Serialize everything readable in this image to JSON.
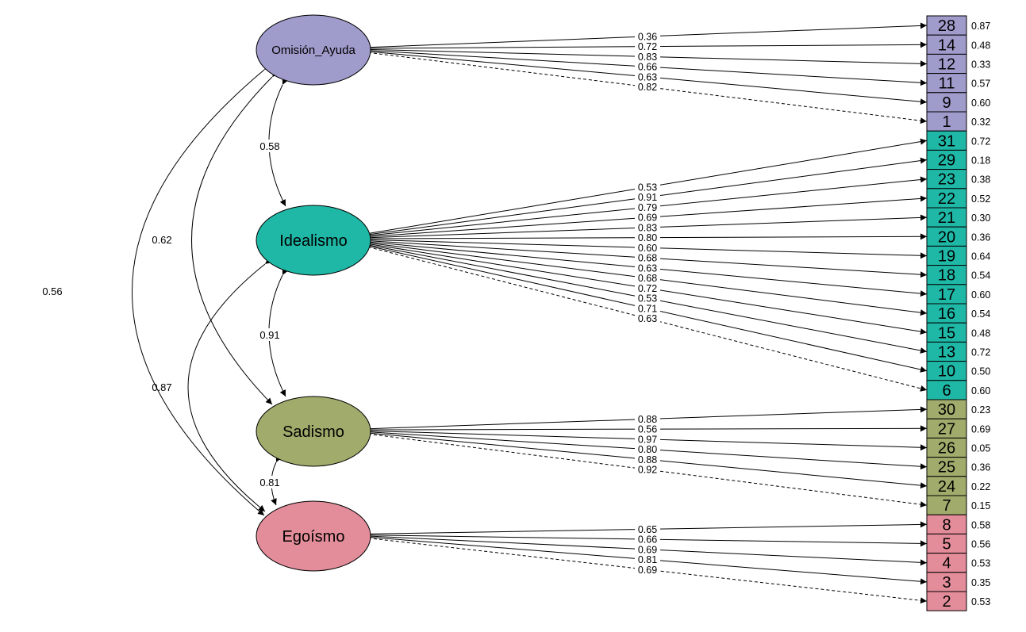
{
  "latents": [
    {
      "id": "oa",
      "name": "Omisión_Ayuda",
      "fill": "#9f9bcb",
      "indicators": [
        "28",
        "14",
        "12",
        "11",
        "9",
        "1"
      ],
      "loadings": [
        "0.36",
        "0.72",
        "0.83",
        "0.66",
        "0.63",
        "0.82"
      ],
      "residuals": [
        "0.87",
        "0.48",
        "0.33",
        "0.57",
        "0.60",
        "0.32"
      ]
    },
    {
      "id": "id",
      "name": "Idealismo",
      "fill": "#1fb8a6",
      "indicators": [
        "31",
        "29",
        "23",
        "22",
        "21",
        "20",
        "19",
        "18",
        "17",
        "16",
        "15",
        "13",
        "10",
        "6"
      ],
      "loadings": [
        "0.53",
        "0.91",
        "0.79",
        "0.69",
        "0.83",
        "0.80",
        "0.60",
        "0.68",
        "0.63",
        "0.68",
        "0.72",
        "0.53",
        "0.71",
        "0.63"
      ],
      "residuals": [
        "0.72",
        "0.18",
        "0.38",
        "0.52",
        "0.30",
        "0.36",
        "0.64",
        "0.54",
        "0.60",
        "0.54",
        "0.48",
        "0.72",
        "0.50",
        "0.60"
      ]
    },
    {
      "id": "sa",
      "name": "Sadismo",
      "fill": "#a1ab6b",
      "indicators": [
        "30",
        "27",
        "26",
        "25",
        "24",
        "7"
      ],
      "loadings": [
        "0.88",
        "0.56",
        "0.97",
        "0.80",
        "0.88",
        "0.92"
      ],
      "residuals": [
        "0.23",
        "0.69",
        "0.05",
        "0.36",
        "0.22",
        "0.15"
      ]
    },
    {
      "id": "eg",
      "name": "Egoísmo",
      "fill": "#e38d9a",
      "indicators": [
        "8",
        "5",
        "4",
        "3",
        "2"
      ],
      "loadings": [
        "0.65",
        "0.66",
        "0.69",
        "0.81",
        "0.69"
      ],
      "residuals": [
        "0.58",
        "0.56",
        "0.53",
        "0.35",
        "0.53"
      ]
    }
  ],
  "correlations": [
    {
      "from": "oa",
      "to": "id",
      "value": "0.58"
    },
    {
      "from": "id",
      "to": "sa",
      "value": "0.91"
    },
    {
      "from": "sa",
      "to": "eg",
      "value": "0.81"
    },
    {
      "from": "oa",
      "to": "sa",
      "value": "0.62"
    },
    {
      "from": "id",
      "to": "eg",
      "value": "0.87"
    },
    {
      "from": "oa",
      "to": "eg",
      "value": "0.56"
    }
  ]
}
